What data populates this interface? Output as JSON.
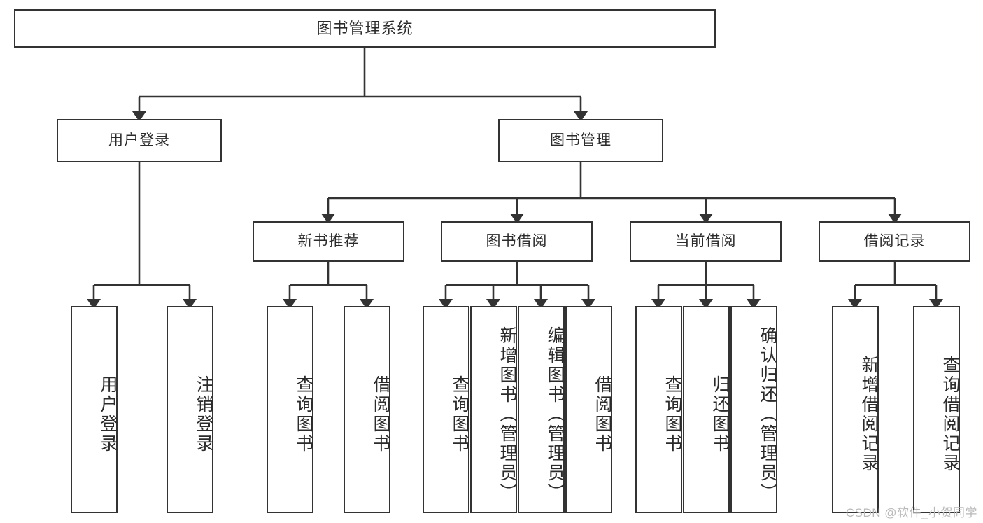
{
  "diagram": {
    "title": "图书管理系统",
    "watermark": "CSDN @软件_小贺同学",
    "root": {
      "label": "图书管理系统"
    },
    "level2": [
      {
        "label": "用户登录"
      },
      {
        "label": "图书管理"
      }
    ],
    "level3": [
      {
        "label": "新书推荐"
      },
      {
        "label": "图书借阅"
      },
      {
        "label": "当前借阅"
      },
      {
        "label": "借阅记录"
      }
    ],
    "leaves": {
      "user_login": [
        {
          "label": "用户登录"
        },
        {
          "label": "注销登录"
        }
      ],
      "new_book": [
        {
          "label": "查询图书"
        },
        {
          "label": "借阅图书"
        }
      ],
      "book_borrow": [
        {
          "label": "查询图书"
        },
        {
          "label": "新增图书（管理员）"
        },
        {
          "label": "编辑图书（管理员）"
        },
        {
          "label": "借阅图书"
        }
      ],
      "current_borrow": [
        {
          "label": "查询图书"
        },
        {
          "label": "归还图书"
        },
        {
          "label": "确认归还（管理员）"
        }
      ],
      "borrow_record": [
        {
          "label": "新增借阅记录"
        },
        {
          "label": "查询借阅记录"
        }
      ]
    },
    "colors": {
      "stroke": "#333333",
      "background": "#ffffff",
      "text": "#2b2b2b",
      "watermark": "#b9b9b9"
    }
  }
}
